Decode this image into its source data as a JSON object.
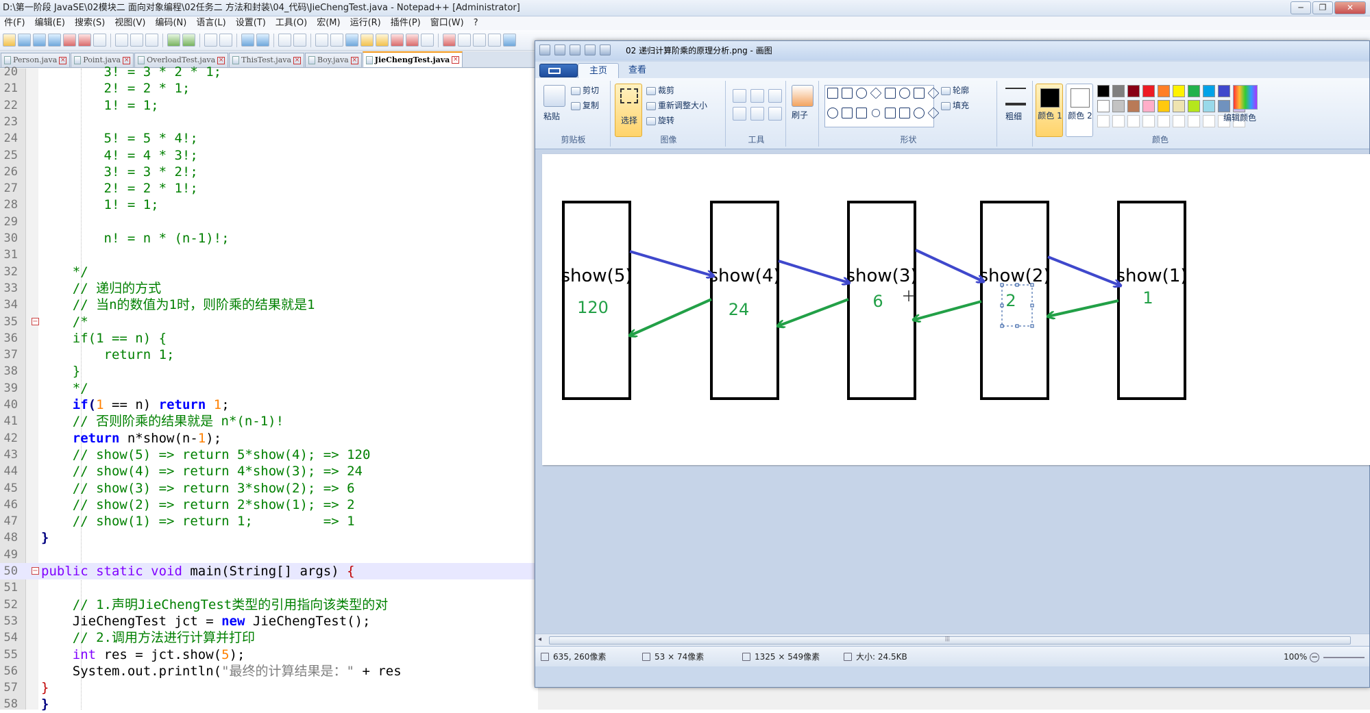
{
  "notepad": {
    "title": "D:\\第一阶段 JavaSE\\02模块二 面向对象编程\\02任务二 方法和封装\\04_代码\\JieChengTest.java - Notepad++ [Administrator]",
    "window_controls": [
      "─",
      "❐",
      "✕"
    ],
    "menu": [
      "件(F)",
      "编辑(E)",
      "搜索(S)",
      "视图(V)",
      "编码(N)",
      "语言(L)",
      "设置(T)",
      "工具(O)",
      "宏(M)",
      "运行(R)",
      "插件(P)",
      "窗口(W)",
      "?"
    ],
    "tabs": [
      {
        "label": "Person.java"
      },
      {
        "label": "Point.java"
      },
      {
        "label": "OverloadTest.java"
      },
      {
        "label": "ThisTest.java"
      },
      {
        "label": "Boy.java"
      },
      {
        "label": "JieChengTest.java",
        "active": true
      }
    ],
    "lines": [
      {
        "n": "20",
        "text": "        3! = 3 * 2 * 1;",
        "style": "cm"
      },
      {
        "n": "21",
        "text": "        2! = 2 * 1;",
        "style": "cm"
      },
      {
        "n": "22",
        "text": "        1! = 1;",
        "style": "cm"
      },
      {
        "n": "23",
        "text": "",
        "style": "cm"
      },
      {
        "n": "24",
        "text": "        5! = 5 * 4!;",
        "style": "cm"
      },
      {
        "n": "25",
        "text": "        4! = 4 * 3!;",
        "style": "cm"
      },
      {
        "n": "26",
        "text": "        3! = 3 * 2!;",
        "style": "cm"
      },
      {
        "n": "27",
        "text": "        2! = 2 * 1!;",
        "style": "cm"
      },
      {
        "n": "28",
        "text": "        1! = 1;",
        "style": "cm"
      },
      {
        "n": "29",
        "text": "",
        "style": "cm"
      },
      {
        "n": "30",
        "text": "        n! = n * (n-1)!;",
        "style": "cm"
      },
      {
        "n": "31",
        "text": "",
        "style": "cm"
      },
      {
        "n": "32",
        "text": "    */",
        "style": "cm"
      },
      {
        "n": "33",
        "text": "    // 递归的方式",
        "style": "cm"
      },
      {
        "n": "34",
        "text": "    // 当n的数值为1时，则阶乘的结果就是1",
        "style": "cm"
      },
      {
        "n": "35",
        "text": "    /*",
        "style": "cm"
      },
      {
        "n": "36",
        "text": "    if(1 == n) {",
        "style": "cm"
      },
      {
        "n": "37",
        "text": "        return 1;",
        "style": "cm"
      },
      {
        "n": "38",
        "text": "    }",
        "style": "cm"
      },
      {
        "n": "39",
        "text": "    */",
        "style": "cm"
      },
      {
        "n": "40",
        "text": "",
        "style": "code",
        "segments": [
          [
            "    ",
            ""
          ],
          [
            "if",
            "kw"
          ],
          [
            "(",
            "op"
          ],
          [
            "1",
            "nm"
          ],
          [
            " == n) ",
            ""
          ],
          [
            "return",
            "kw"
          ],
          [
            " ",
            ""
          ],
          [
            "1",
            "nm"
          ],
          [
            ";",
            ""
          ]
        ]
      },
      {
        "n": "41",
        "text": "    // 否则阶乘的结果就是 n*(n-1)!",
        "style": "cm"
      },
      {
        "n": "42",
        "text": "",
        "style": "code",
        "segments": [
          [
            "    ",
            ""
          ],
          [
            "return",
            "kw"
          ],
          [
            " n*show(n-",
            ""
          ],
          [
            "1",
            "nm"
          ],
          [
            ");",
            ""
          ]
        ]
      },
      {
        "n": "43",
        "text": "    // show(5) => return 5*show(4); => 120",
        "style": "cm"
      },
      {
        "n": "44",
        "text": "    // show(4) => return 4*show(3); => 24",
        "style": "cm"
      },
      {
        "n": "45",
        "text": "    // show(3) => return 3*show(2); => 6",
        "style": "cm"
      },
      {
        "n": "46",
        "text": "    // show(2) => return 2*show(1); => 2",
        "style": "cm"
      },
      {
        "n": "47",
        "text": "    // show(1) => return 1;         => 1",
        "style": "cm"
      },
      {
        "n": "48",
        "text": "}",
        "style": "code",
        "segments": [
          [
            "}",
            "op"
          ]
        ]
      },
      {
        "n": "49",
        "text": "",
        "style": "code"
      },
      {
        "n": "50",
        "text": "",
        "style": "code",
        "current": true,
        "segments": [
          [
            "public static void",
            "kt"
          ],
          [
            " main(String[] args) ",
            ""
          ],
          [
            "{",
            "c"
          ]
        ]
      },
      {
        "n": "51",
        "text": "",
        "style": "code"
      },
      {
        "n": "52",
        "text": "    // 1.声明JieChengTest类型的引用指向该类型的对",
        "style": "cm"
      },
      {
        "n": "53",
        "text": "",
        "style": "code",
        "segments": [
          [
            "    JieChengTest jct = ",
            ""
          ],
          [
            "new",
            "kw"
          ],
          [
            " JieChengTest();",
            ""
          ]
        ]
      },
      {
        "n": "54",
        "text": "    // 2.调用方法进行计算并打印",
        "style": "cm"
      },
      {
        "n": "55",
        "text": "",
        "style": "code",
        "segments": [
          [
            "    ",
            ""
          ],
          [
            "int",
            "kt"
          ],
          [
            " res = jct.show(",
            ""
          ],
          [
            "5",
            "nm"
          ],
          [
            ");",
            ""
          ]
        ]
      },
      {
        "n": "56",
        "text": "",
        "style": "code",
        "segments": [
          [
            "    System.out.println(",
            ""
          ],
          [
            "\"最终的计算结果是：\"",
            "st"
          ],
          [
            " + res",
            ""
          ]
        ]
      },
      {
        "n": "57",
        "text": "",
        "style": "code",
        "segments": [
          [
            "}",
            "c"
          ]
        ]
      },
      {
        "n": "58",
        "text": "",
        "style": "code",
        "segments": [
          [
            "}",
            "op"
          ]
        ]
      }
    ]
  },
  "paint": {
    "title": "02 递归计算阶乘的原理分析.png - 画图",
    "tabs": [
      "主页",
      "查看"
    ],
    "ribbon": {
      "clipboard": {
        "paste": "粘贴",
        "cut": "剪切",
        "copy": "复制",
        "label": "剪贴板"
      },
      "image": {
        "select": "选择",
        "crop": "裁剪",
        "resize": "重新调整大小",
        "rotate": "旋转",
        "label": "图像"
      },
      "tools": {
        "label": "工具"
      },
      "brushes": {
        "label": "刷子"
      },
      "shapes": {
        "outline": "轮廓",
        "fill": "填充",
        "label": "形状"
      },
      "size": {
        "label": "粗细"
      },
      "color1": "颜色 1",
      "color2": "颜色 2",
      "edit_colors": "编辑颜色",
      "colors_label": "颜色"
    },
    "palette": [
      "#000000",
      "#7f7f7f",
      "#880015",
      "#ed1c24",
      "#ff7f27",
      "#fff200",
      "#22b14c",
      "#00a2e8",
      "#3f48cc",
      "#a349a4",
      "#ffffff",
      "#c3c3c3",
      "#b97a57",
      "#ffaec9",
      "#ffc90e",
      "#efe4b0",
      "#b5e61d",
      "#99d9ea",
      "#7092be",
      "#c8bfe7"
    ],
    "diagram": {
      "boxes": [
        {
          "label": "show(5)",
          "value": "120"
        },
        {
          "label": "show(4)",
          "value": "24"
        },
        {
          "label": "show(3)",
          "value": "6"
        },
        {
          "label": "show(2)",
          "value": "2"
        },
        {
          "label": "show(1)",
          "value": "1"
        }
      ],
      "call_color": "#3f48cc",
      "return_color": "#22a047"
    },
    "status": {
      "cursor": "635, 260像素",
      "selection": "53 × 74像素",
      "image_size": "1325 × 549像素",
      "file_size": "大小: 24.5KB",
      "zoom": "100%"
    }
  }
}
